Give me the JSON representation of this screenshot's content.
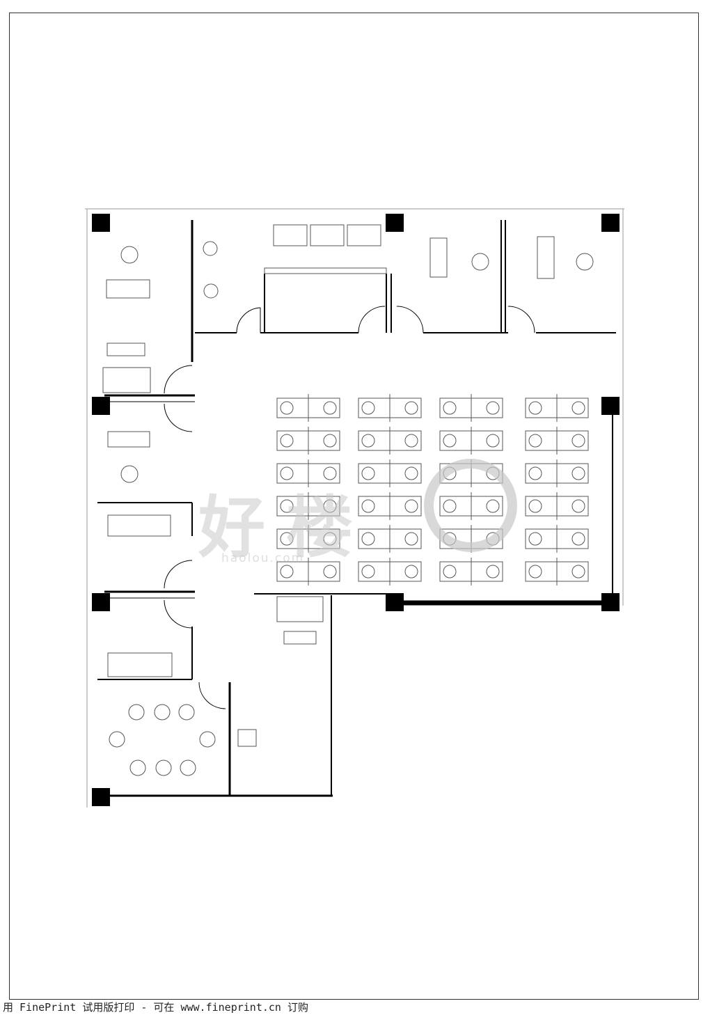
{
  "page": {
    "footer_text": "用 FinePrint 试用版打印 - 可在 www.fineprint.cn 订购"
  },
  "watermark": {
    "main_text": "好楼",
    "sub_text": "haolou.com",
    "logo_icon": "circle-logo-icon",
    "color": "#c8c8c8"
  },
  "floor_plan": {
    "wall_color": "#000000",
    "column_color": "#000000",
    "furniture_color": "#555555",
    "icons": [
      "column-icon",
      "door-swing-icon",
      "desk-chair-icon",
      "sofa-icon",
      "meeting-table-icon"
    ]
  }
}
